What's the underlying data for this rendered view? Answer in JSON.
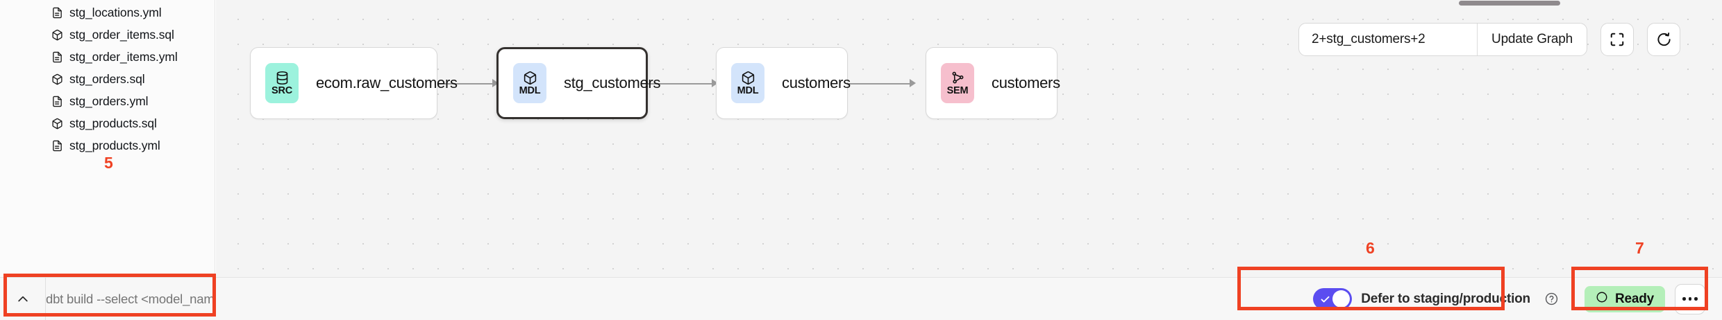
{
  "sidebar": {
    "files": [
      {
        "name": "stg_locations.yml",
        "icon": "yml-file-icon",
        "type": "yml"
      },
      {
        "name": "stg_order_items.sql",
        "icon": "sql-model-icon",
        "type": "sql"
      },
      {
        "name": "stg_order_items.yml",
        "icon": "yml-file-icon",
        "type": "yml"
      },
      {
        "name": "stg_orders.sql",
        "icon": "sql-model-icon",
        "type": "sql"
      },
      {
        "name": "stg_orders.yml",
        "icon": "yml-file-icon",
        "type": "yml"
      },
      {
        "name": "stg_products.sql",
        "icon": "sql-model-icon",
        "type": "sql"
      },
      {
        "name": "stg_products.yml",
        "icon": "yml-file-icon",
        "type": "yml"
      }
    ]
  },
  "graph": {
    "toolbar": {
      "selector_value": "2+stg_customers+2",
      "selector_placeholder": "",
      "update_button_label": "Update Graph",
      "fullscreen_icon": "expand-icon",
      "refresh_icon": "refresh-icon"
    },
    "nodes": [
      {
        "badge": "SRC",
        "label": "ecom.raw_customers",
        "icon": "database-icon",
        "badge_color": "#9cf2dd",
        "selected": false
      },
      {
        "badge": "MDL",
        "label": "stg_customers",
        "icon": "cube-icon",
        "badge_color": "#d3e4fb",
        "selected": true
      },
      {
        "badge": "MDL",
        "label": "customers",
        "icon": "cube-icon",
        "badge_color": "#d3e4fb",
        "selected": false
      },
      {
        "badge": "SEM",
        "label": "customers",
        "icon": "network-icon",
        "badge_color": "#f6bfcd",
        "selected": false
      }
    ]
  },
  "bottom_bar": {
    "collapse_icon": "chevron-up-icon",
    "command_placeholder": "dbt build --select <model_name>",
    "command_value": "",
    "defer_label": "Defer to staging/production",
    "defer_enabled": true,
    "defer_help_icon": "question-circle-icon",
    "status_label": "Ready",
    "status_icon": "circle-icon",
    "status_color": "#b4efb9",
    "more_icon": "ellipsis-icon"
  },
  "annotations": {
    "accent_color": "#ef4123",
    "markers": [
      {
        "number": "5",
        "target": "command-bar"
      },
      {
        "number": "6",
        "target": "defer-toggle-group"
      },
      {
        "number": "7",
        "target": "status-and-more-group"
      }
    ]
  }
}
